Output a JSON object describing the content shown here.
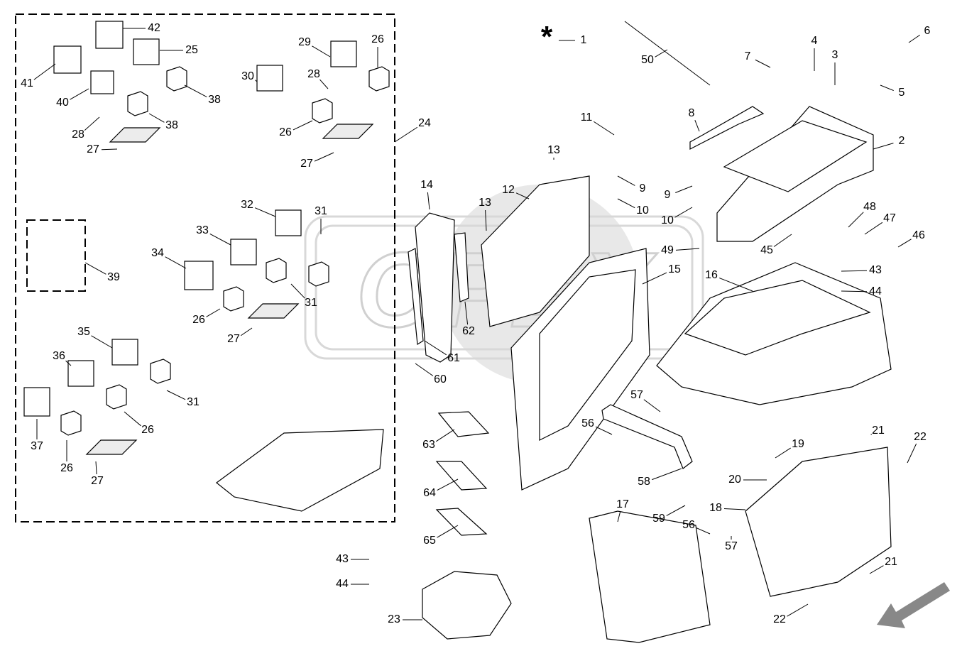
{
  "diagram": {
    "watermark": "OPEX",
    "asterisk": "*",
    "labels": [
      "1",
      "2",
      "3",
      "4",
      "5",
      "6",
      "7",
      "8",
      "9",
      "9",
      "10",
      "10",
      "11",
      "12",
      "13",
      "13",
      "14",
      "15",
      "16",
      "17",
      "18",
      "19",
      "20",
      "21",
      "21",
      "22",
      "22",
      "23",
      "24",
      "25",
      "26",
      "26",
      "26",
      "26",
      "26",
      "27",
      "27",
      "27",
      "27",
      "28",
      "28",
      "29",
      "30",
      "31",
      "31",
      "31",
      "32",
      "33",
      "34",
      "35",
      "36",
      "37",
      "38",
      "38",
      "39",
      "40",
      "41",
      "42",
      "43",
      "43",
      "44",
      "44",
      "45",
      "46",
      "47",
      "48",
      "49",
      "50",
      "56",
      "56",
      "57",
      "57",
      "58",
      "59",
      "60",
      "61",
      "62",
      "63",
      "64",
      "65"
    ],
    "icon_names": [
      "tc-icon",
      "parking-brake-icon",
      "steering-wheel-icon",
      "wrench-icon",
      "battery-icon",
      "oil-pressure-icon",
      "coolant-temperature-icon",
      "seat-icon",
      "implement-icon",
      "gear-icon"
    ],
    "colors": {
      "line": "#000000",
      "watermark": "#d8d8d8",
      "paper": "#ffffff"
    }
  }
}
